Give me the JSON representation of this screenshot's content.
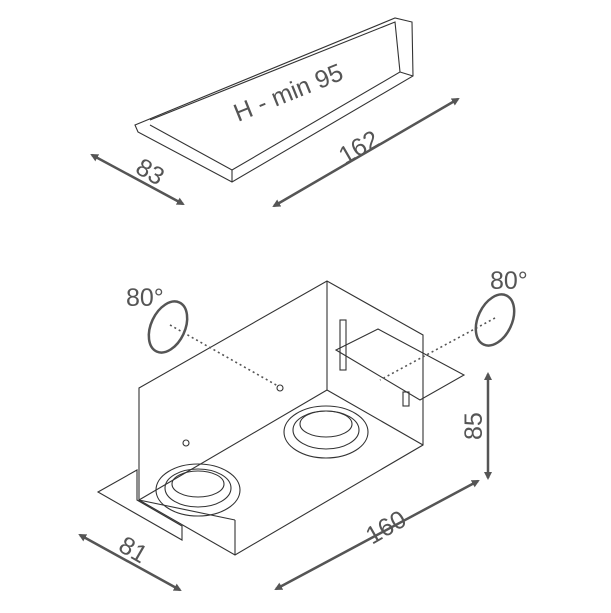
{
  "top_view": {
    "height_label": "H - min 95",
    "width_label": "83",
    "length_label": "162"
  },
  "main_view": {
    "tilt_left_label": "80°",
    "tilt_right_label": "80°",
    "height_label": "85",
    "length_label": "160",
    "width_label": "81"
  },
  "colors": {
    "line": "#333333",
    "dimension": "#555555"
  }
}
